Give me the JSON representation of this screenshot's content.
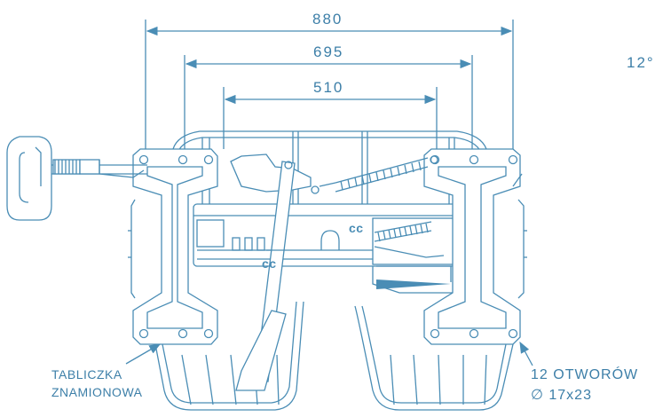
{
  "colors": {
    "line": "#4a8db5",
    "text": "#3d7fa8",
    "fill": "#ffffff",
    "dark_fill": "#4a8db5"
  },
  "dimensions": {
    "outer": "880",
    "middle": "695",
    "inner": "510"
  },
  "corner_text": "12°",
  "labels": {
    "nameplate_line1": "TABLICZKA",
    "nameplate_line2": "ZNAMIONOWA",
    "holes_line1": "12 OTWORÓW",
    "holes_line2": "∅ 17x23"
  },
  "logo_mark": "cc"
}
